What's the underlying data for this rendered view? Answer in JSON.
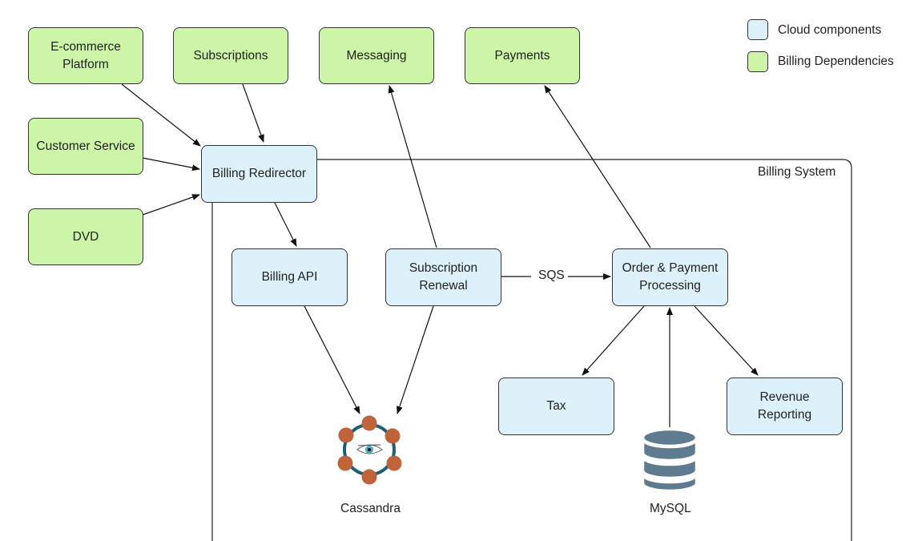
{
  "legend": {
    "cloud_label": "Cloud components",
    "billing_label": "Billing Dependencies",
    "cloud_color": "#dcf1fa",
    "billing_color": "#ccf5a8"
  },
  "container": {
    "label": "Billing System"
  },
  "nodes": {
    "ecommerce": "E-commerce\nPlatform",
    "subscriptions": "Subscriptions",
    "messaging": "Messaging",
    "payments": "Payments",
    "customer_service": "Customer Service",
    "dvd": "DVD",
    "billing_redirector": "Billing Redirector",
    "billing_api": "Billing API",
    "subscription_renewal": "Subscription\nRenewal",
    "order_payment": "Order & Payment\nProcessing",
    "tax": "Tax",
    "revenue_reporting": "Revenue\nReporting"
  },
  "stores": {
    "cassandra": "Cassandra",
    "mysql": "MySQL"
  },
  "edge_labels": {
    "sqs": "SQS"
  }
}
